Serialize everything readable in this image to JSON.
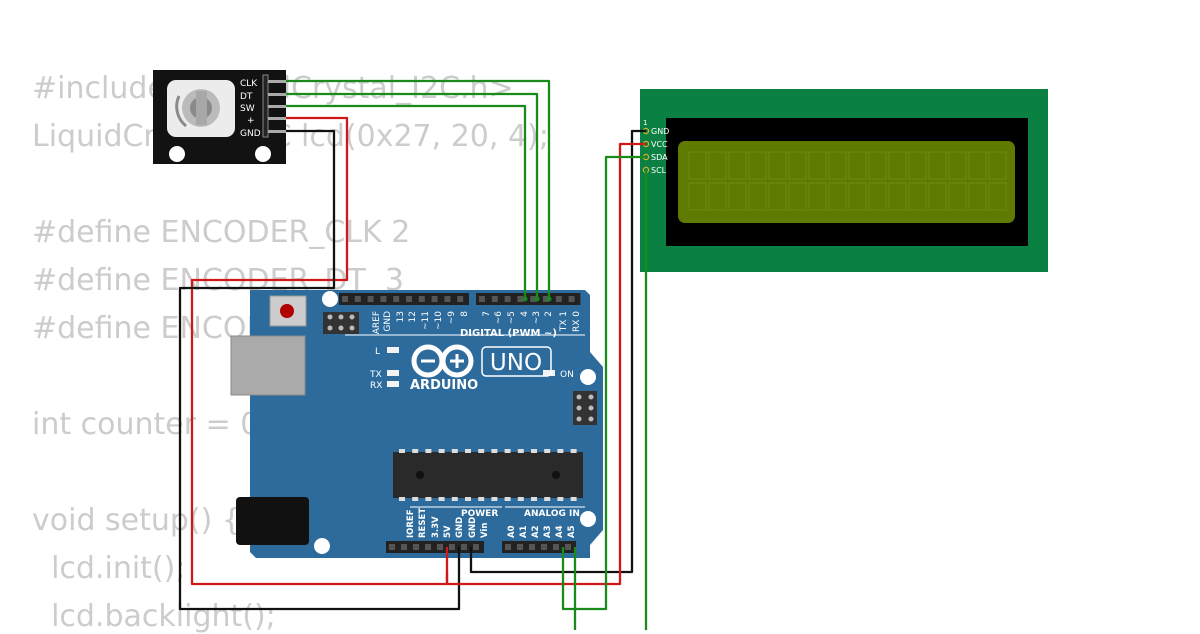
{
  "code_lines": [
    "#include <LiquidCrystal_I2C.h>",
    "LiquidCrystal_I2C lcd(0x27, 20, 4);",
    "",
    "#define ENCODER_CLK 2",
    "#define ENCODER_DT  3",
    "#define ENCODER_SW  4",
    "",
    "int counter = 0;",
    "",
    "void setup() {",
    "  lcd.init();",
    "  lcd.backlight();"
  ],
  "encoder": {
    "pins": [
      "CLK",
      "DT",
      "SW",
      "+",
      "GND"
    ]
  },
  "lcd": {
    "pin_index": "1",
    "pins": [
      "GND",
      "VCC",
      "SDA",
      "SCL"
    ]
  },
  "arduino": {
    "digital_header": [
      "AREF",
      "GND",
      "13",
      "12",
      "~11",
      "~10",
      "~9",
      "8",
      "7",
      "~6",
      "~5",
      "4",
      "~3",
      "2",
      "TX 1",
      "RX 0"
    ],
    "digital_label": "DIGITAL (PWM ~)",
    "brand": "ARDUINO",
    "model": "UNO",
    "led_l": "L",
    "led_tx": "TX",
    "led_rx": "RX",
    "led_on": "ON",
    "power_label": "POWER",
    "power_pins": [
      "IOREF",
      "RESET",
      "3.3V",
      "5V",
      "GND",
      "GND",
      "Vin"
    ],
    "analog_label": "ANALOG IN",
    "analog_pins": [
      "A0",
      "A1",
      "A2",
      "A3",
      "A4",
      "A5"
    ]
  },
  "colors": {
    "wire_green": "#1a8a1a",
    "wire_red": "#d01818",
    "wire_black": "#111111",
    "board_blue": "#2c6b9c",
    "lcd_pcb": "#0b8043",
    "lcd_screen": "#5f7a00"
  }
}
